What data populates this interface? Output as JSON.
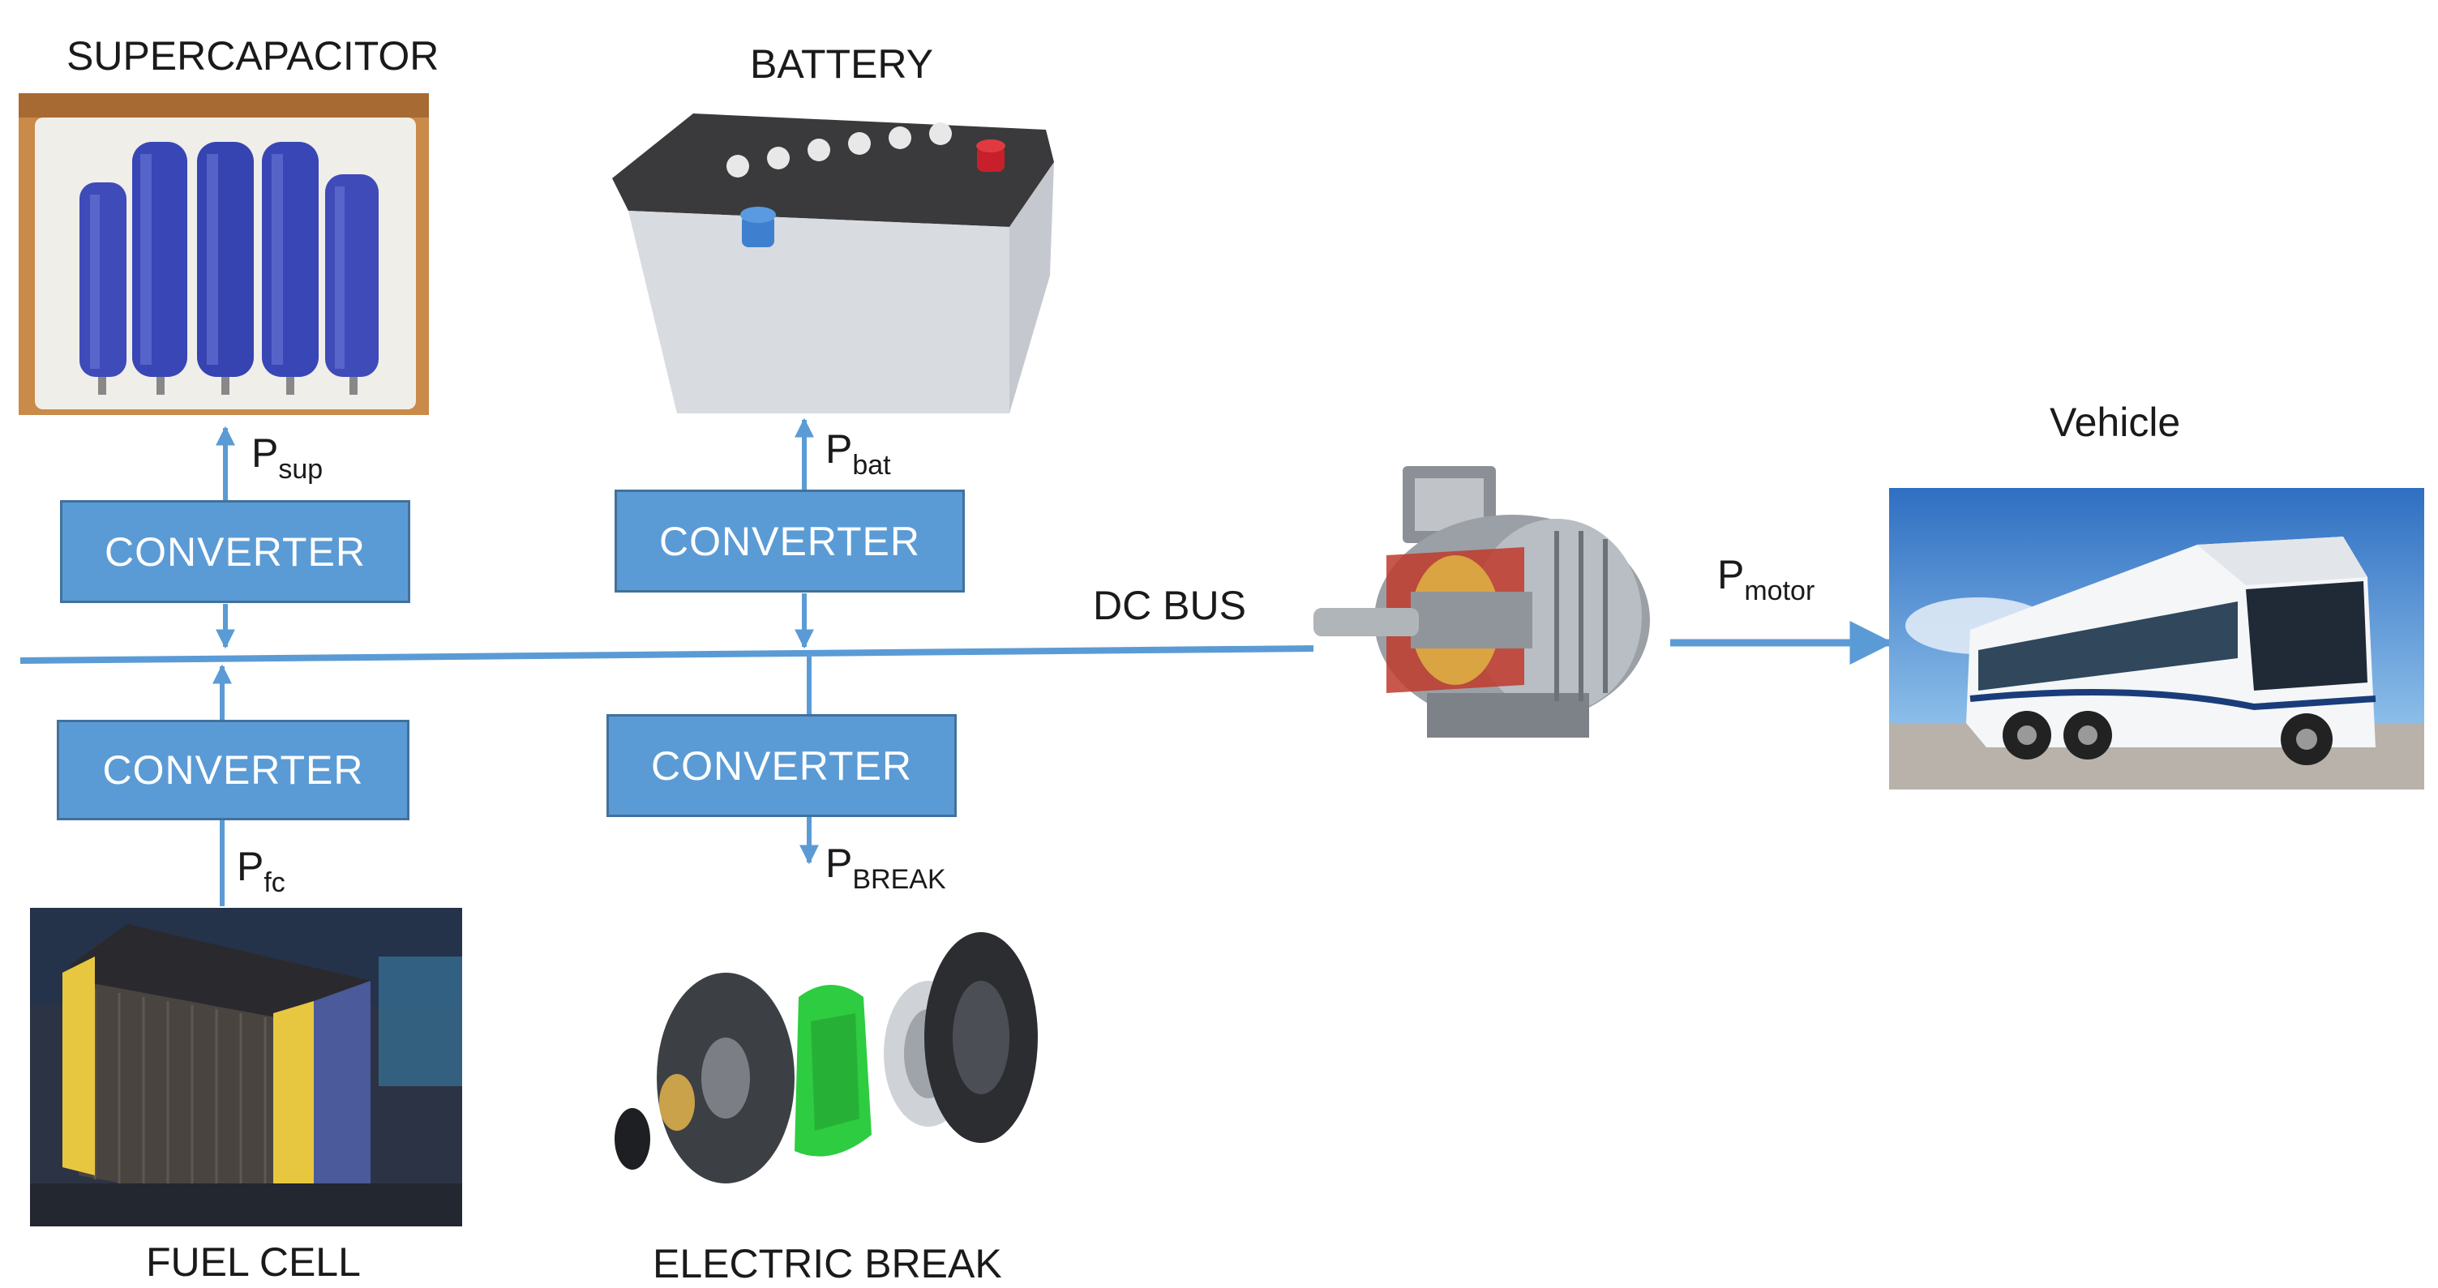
{
  "labels": {
    "supercapacitor": "SUPERCAPACITOR",
    "battery": "BATTERY",
    "vehicle": "Vehicle",
    "fuel_cell": "FUEL CELL",
    "electric_break": "ELECTRIC BREAK",
    "dc_bus": "DC BUS"
  },
  "converters": {
    "sup": "CONVERTER",
    "bat": "CONVERTER",
    "fc": "CONVERTER",
    "break": "CONVERTER"
  },
  "powers": {
    "sup": {
      "base": "P",
      "sub": "sup"
    },
    "bat": {
      "base": "P",
      "sub": "bat"
    },
    "fc": {
      "base": "P",
      "sub": "fc"
    },
    "break": {
      "base": "P",
      "sub": "BREAK"
    },
    "motor": {
      "base": "P",
      "sub": "motor"
    }
  },
  "colors": {
    "converter_fill": "#5b9bd5",
    "wire": "#5b9bd5"
  },
  "icons": {
    "supercapacitor": "supercapacitor-photo",
    "battery": "battery-photo",
    "motor": "electric-motor-photo",
    "vehicle": "bus-photo",
    "fuel_cell": "fuel-cell-photo",
    "electric_break": "electric-brake-photo"
  }
}
